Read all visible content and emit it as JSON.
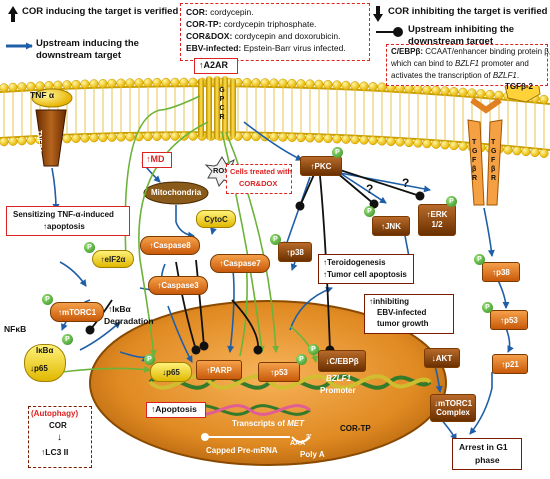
{
  "legend": {
    "cor_inducing": "COR inducing the target is verified",
    "upstream_inducing": "Upstream inducing the downstream target",
    "cor_inhibiting": "COR inhibiting the target is verified",
    "upstream_inhibiting": "Upstream inhibiting the downstream target"
  },
  "abbreviations": {
    "cor_term": "COR:",
    "cor_def": "cordycepin.",
    "cortp_term": "COR-TP:",
    "cortp_def": "cordycepin triphosphate.",
    "cordox_term": "COR&DOX:",
    "cordox_def": "cordycepin  and doxorubicin.",
    "ebv_term": "EBV-infected:",
    "ebv_def": "Epstein-Barr virus infected."
  },
  "cebp_note": {
    "term": "C/EBPβ:",
    "line1": "CCAAT/enhancer binding protein β,",
    "line2a": "which can bind to ",
    "line2b": "BZLF1",
    "line2c": " promoter and",
    "line3a": "activates the transcription of ",
    "line3b": "BZLF1",
    "line3c": "."
  },
  "receptors": {
    "a2ar": "A2AR",
    "gpcr": "G P C R",
    "tnf": "TNF α",
    "tnfr1": "TNFR1",
    "tgf": "TGFβ-2",
    "tgfbr_left": "T G F β R",
    "tgfbr_right": "T G F β R"
  },
  "nodes": {
    "md": "MD",
    "ros": "ROS",
    "mito": "Mitochondria",
    "cytoc": "CytoC",
    "casp8": "Caspase8",
    "casp7": "Caspase7",
    "casp3": "Caspase3",
    "pkc": "PKC",
    "jnk": "JNK",
    "erk": "ERK",
    "erk_sub": "1/2",
    "p38_mid": "p38",
    "p38_right": "p38",
    "p53_right": "p53",
    "p21": "p21",
    "akt": "AKT",
    "mtorc1_right": "mTORC1",
    "mtorc1_right_sub": "Complex",
    "eif2a": "eIF2α",
    "mtorc1_left": "mTORC1",
    "nfkb": "NFκB",
    "ikba": "IκBα",
    "p65_left": "p65",
    "ikba_deg_1": "IκBα",
    "ikba_deg_2": "Degradation",
    "p65_nuc": "p65",
    "parp": "PARP",
    "p53_nuc": "p53",
    "cebp_nuc": "C/EBPβ",
    "bzlf1": "BZLF1",
    "promoter": "Promoter",
    "apoptosis": "Apoptosis",
    "transcripts_a": "Transcripts of ",
    "transcripts_b": "MET",
    "capped": "Capped Pre-mRNA",
    "polya": "Poly A",
    "cortp": "COR-TP",
    "aaa": "AAA",
    "three_prime": "3'",
    "q1": "?",
    "q2": "?",
    "p": "P"
  },
  "boxes": {
    "tnf_box_1": "Sensitizing TNF-α-induced",
    "tnf_box_2": "apoptosis",
    "cells_treated_1": "Cells treated with",
    "cells_treated_2": "COR&DOX",
    "terio_1": "Teroidogenesis",
    "terio_2": "Tumor cell apoptosis",
    "ebv_1": "inhibiting",
    "ebv_2": "EBV-infected",
    "ebv_3": "tumor growth",
    "autophagy": "(Autophagy)",
    "auto_cor": "COR",
    "lc3": "LC3 II",
    "arrest_1": "Arrest in G1",
    "arrest_2": "phase"
  }
}
